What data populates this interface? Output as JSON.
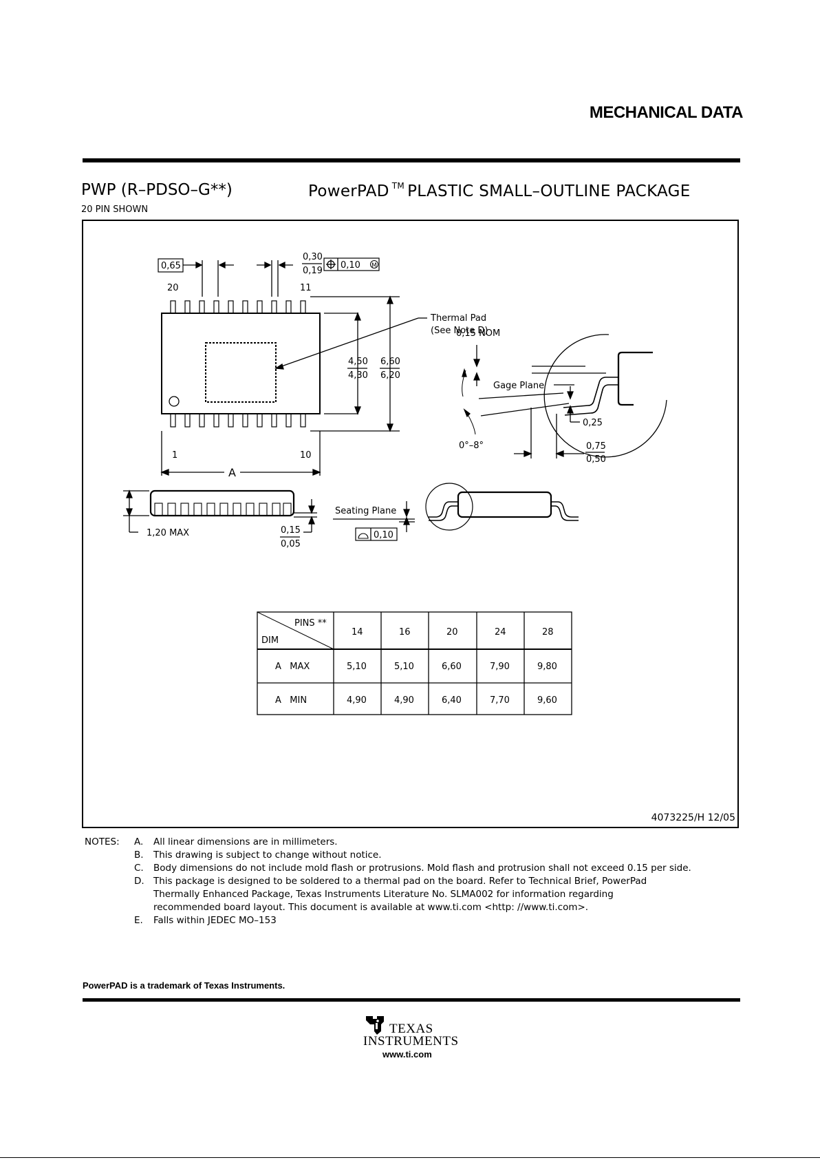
{
  "header": {
    "section_title": "MECHANICAL DATA"
  },
  "package": {
    "code": "PWP (R–PDSO–G**)",
    "name": "PowerPAD",
    "tm": "TM",
    "description": "PLASTIC SMALL–OUTLINE PACKAGE",
    "pin_shown": "20 PIN SHOWN"
  },
  "drawing": {
    "pitch": "0,65",
    "lead_width_max": "0,30",
    "lead_width_min": "0,19",
    "position_tol": "0,10",
    "pin_20": "20",
    "pin_11": "11",
    "pin_1": "1",
    "pin_10": "10",
    "thermal_pad_line1": "Thermal Pad",
    "thermal_pad_line2": "(See Note D)",
    "body_width_max": "4,50",
    "body_width_min": "4,30",
    "overall_width_max": "6,60",
    "overall_width_min": "6,20",
    "dim_a": "A",
    "gage_nom": "0,15 NOM",
    "gage_plane": "Gage Plane",
    "gage_offset": "0,25",
    "foot_angle": "0°–8°",
    "foot_max": "0,75",
    "foot_min": "0,50",
    "height_max": "1,20 MAX",
    "standoff_max": "0,15",
    "standoff_min": "0,05",
    "seating_plane": "Seating Plane",
    "coplanarity": "0,10"
  },
  "table": {
    "header_pins": "PINS **",
    "header_dim": "DIM",
    "pins": [
      "14",
      "16",
      "20",
      "24",
      "28"
    ],
    "rows": [
      {
        "label": "A   MAX",
        "values": [
          "5,10",
          "5,10",
          "6,60",
          "7,90",
          "9,80"
        ]
      },
      {
        "label": "A   MIN",
        "values": [
          "4,90",
          "4,90",
          "6,40",
          "7,70",
          "9,60"
        ]
      }
    ]
  },
  "doc_number": "4073225/H  12/05",
  "notes": {
    "label": "NOTES:",
    "items": [
      {
        "letter": "A.",
        "text": "All linear dimensions are in millimeters."
      },
      {
        "letter": "B.",
        "text": "This drawing is subject to change without notice."
      },
      {
        "letter": "C.",
        "text": "Body dimensions do not include mold flash or protrusions. Mold flash and protrusion shall not exceed 0.15 per side."
      },
      {
        "letter": "D.",
        "text": "This package is designed to be soldered to a thermal pad on the board.  Refer to Technical Brief, PowerPad"
      },
      {
        "letter": "",
        "text": "Thermally Enhanced Package, Texas Instruments Literature No. SLMA002 for information regarding"
      },
      {
        "letter": "",
        "text": "recommended board layout.  This document is available at www.ti.com <http: //www.ti.com>."
      },
      {
        "letter": "E.",
        "text": "Falls within JEDEC MO–153"
      }
    ]
  },
  "footer": {
    "trademark": "PowerPAD is a trademark of Texas Instruments.",
    "logo_word1": "TEXAS",
    "logo_word2": "INSTRUMENTS",
    "url": "www.ti.com"
  }
}
